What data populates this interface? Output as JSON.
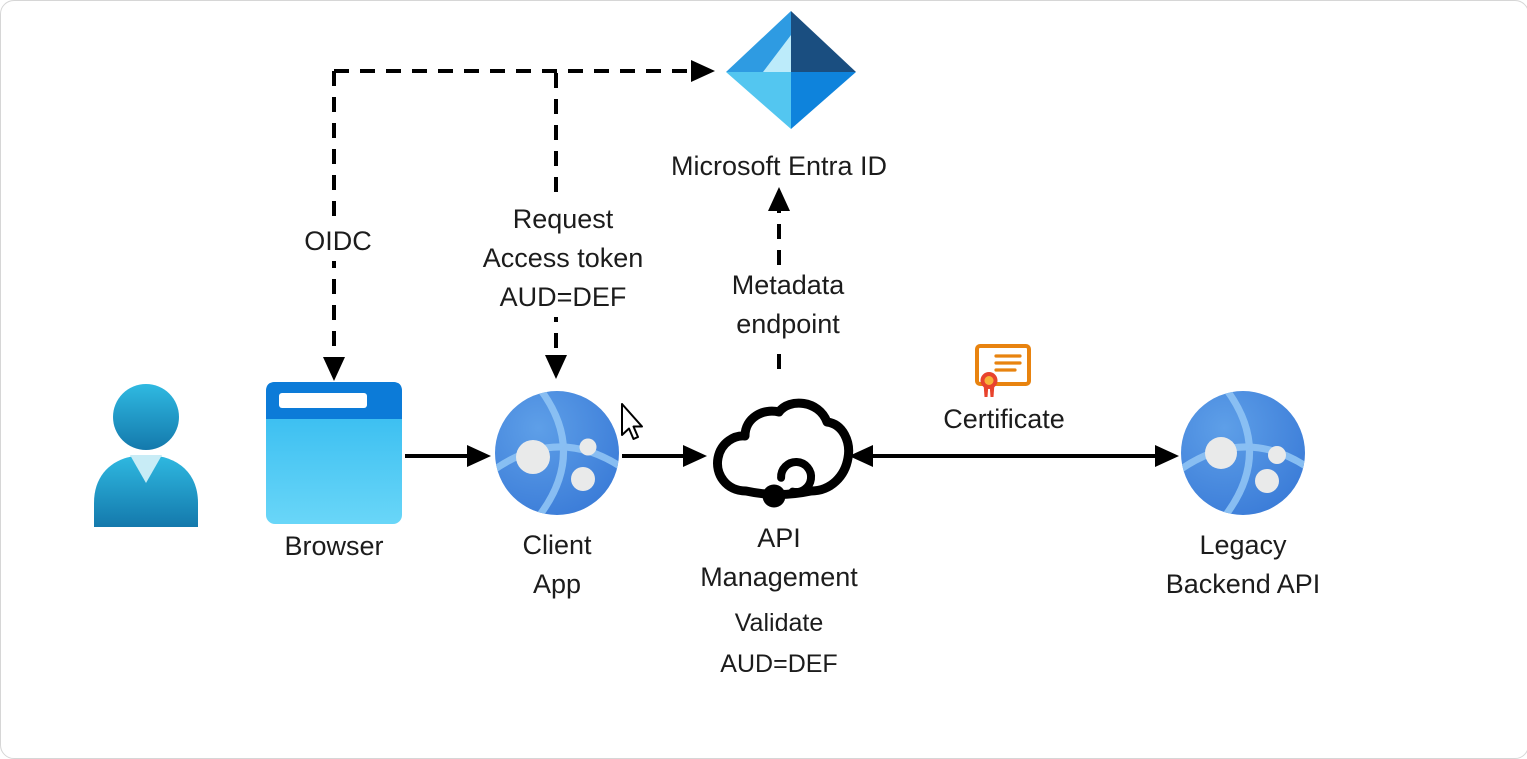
{
  "nodes": {
    "browser": {
      "label": "Browser"
    },
    "client_app": {
      "label": [
        "Client",
        "App"
      ]
    },
    "api_management": {
      "label": [
        "API",
        "Management"
      ],
      "sublabel": [
        "Validate",
        "AUD=DEF"
      ]
    },
    "entra_id": {
      "label": "Microsoft Entra ID"
    },
    "legacy_backend": {
      "label": [
        "Legacy",
        "Backend API"
      ]
    },
    "certificate": {
      "label": "Certificate"
    }
  },
  "edges": {
    "oidc": {
      "label": "OIDC",
      "style": "dashed"
    },
    "request_token": {
      "label": [
        "Request",
        "Access token",
        "AUD=DEF"
      ],
      "style": "dashed"
    },
    "metadata_endpoint": {
      "label": [
        "Metadata",
        "endpoint"
      ],
      "style": "dashed"
    },
    "browser_to_client": {
      "style": "solid"
    },
    "client_to_apim": {
      "style": "solid"
    },
    "apim_to_legacy": {
      "style": "solid-double-arrow"
    }
  },
  "colors": {
    "arrow": "#000000",
    "text": "#1c1c1c",
    "person_top": "#2FB9E1",
    "person_bottom": "#1479AC",
    "person_collar": "#C8ECF6",
    "browser_bar": "#0C7BD8",
    "browser_body_top": "#2EB8EF",
    "browser_body_bottom": "#69D6F8",
    "globe_light2": "#5E9FE8",
    "globe_main": "#3374D4",
    "globe_arc": "#8FC4F4",
    "globe_dot": "#E9EAEA",
    "entra_upper_left": "#2E9BE2",
    "entra_lower_left": "#53C6F0",
    "entra_upper_right": "#1A4E80",
    "entra_lower_right": "#0E83DC",
    "entra_inner": "#BCEBFA",
    "certificate_orange": "#E8830F",
    "certificate_seal": "#E8432D",
    "certificate_seal_inner": "#F7B239"
  }
}
